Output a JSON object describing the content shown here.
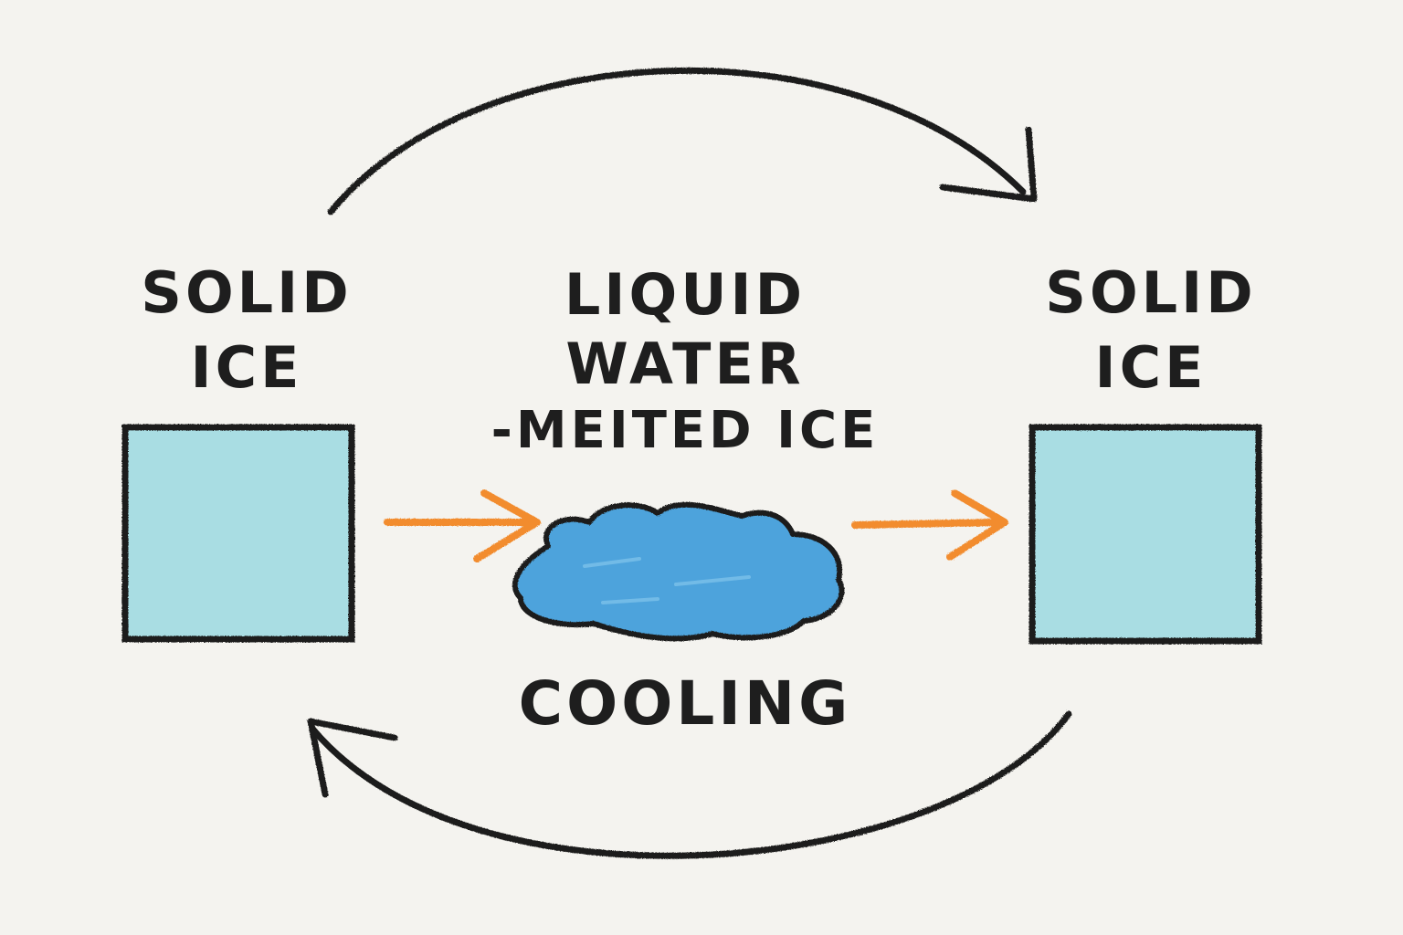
{
  "labels": {
    "left_state": [
      "SOLID",
      "ICE"
    ],
    "middle_state": [
      "LIQUID",
      "WATER",
      "-MEITED ICE"
    ],
    "right_state": [
      "SOLID",
      "ICE"
    ],
    "process": "COOLING"
  },
  "colors": {
    "background": "#f4f3ef",
    "ice_fill": "#a9dde3",
    "water_fill": "#4da3dc",
    "process_arrow": "#f28c2e",
    "cycle_arrow": "#1e1e1e",
    "text": "#1e1e1e"
  }
}
